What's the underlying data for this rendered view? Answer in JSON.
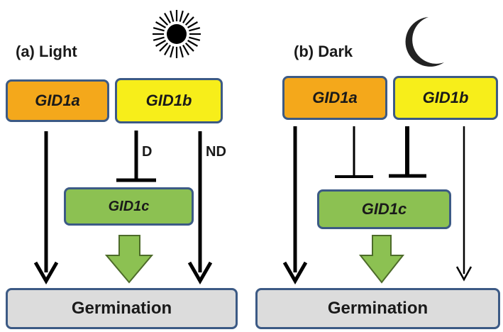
{
  "panel_a": {
    "label": "(a) Light",
    "condition_icon": "sun-icon",
    "gid1a": "GID1a",
    "gid1b": "GID1b",
    "gid1c": "GID1c",
    "germination": "Germination",
    "edge_d": "D",
    "edge_nd": "ND"
  },
  "panel_b": {
    "label": "(b) Dark",
    "condition_icon": "moon-icon",
    "gid1a": "GID1a",
    "gid1b": "GID1b",
    "gid1c": "GID1c",
    "germination": "Germination"
  },
  "colors": {
    "gid1a": "#f4a81b",
    "gid1b": "#f7ee1a",
    "gid1c": "#8cc152",
    "germination": "#dcdcdc",
    "border": "#3c5a85",
    "arrow": "#000000"
  }
}
